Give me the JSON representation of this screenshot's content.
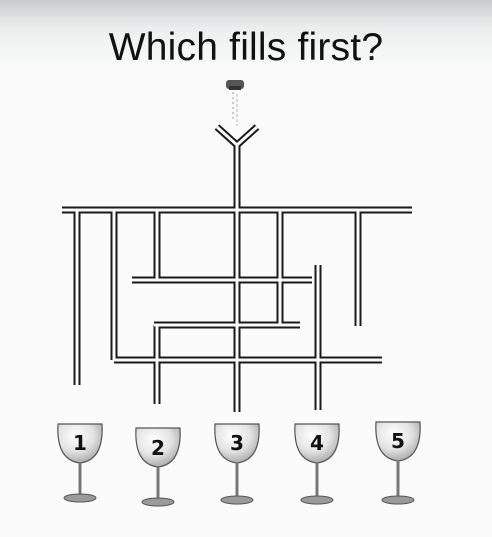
{
  "title": "Which fills first?",
  "glasses": [
    {
      "label": "1"
    },
    {
      "label": "2"
    },
    {
      "label": "3"
    },
    {
      "label": "4"
    },
    {
      "label": "5"
    }
  ],
  "colors": {
    "pipe": "#1a1a1a",
    "background": "#fbfbfb",
    "glass": "#d9d9d9"
  },
  "icons": [
    "faucet-icon",
    "water-stream-icon",
    "wine-glass-icon"
  ]
}
